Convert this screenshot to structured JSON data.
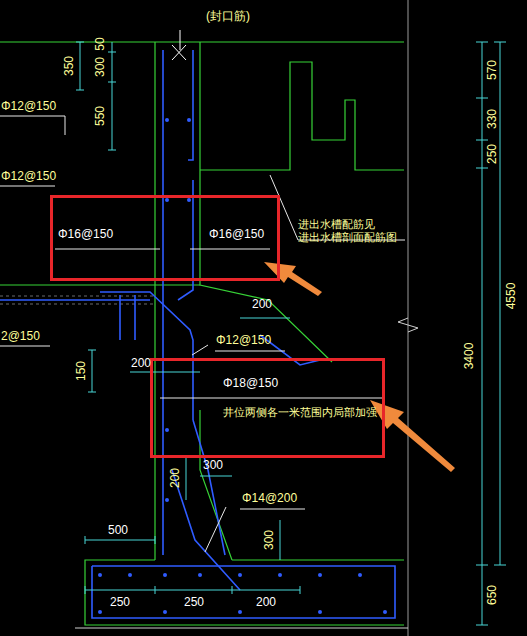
{
  "diagram": {
    "nodes": [
      {
        "text": [
          "Φ16@150",
          "Φ16@150"
        ]
      },
      {
        "text": [
          "Φ18@150",
          "井位两侧各一米范围内局部加强"
        ]
      }
    ],
    "labels": [
      "(封口筋)",
      "350",
      "300",
      "50",
      "550",
      "Φ12@150",
      "Φ12@150",
      "进出水槽配筋见 进出水槽剖面配筋图",
      "200",
      "2@150",
      "Φ12@150",
      "200",
      "150",
      "300",
      "200",
      "Φ14@200",
      "300",
      "500",
      "250",
      "250",
      "200",
      "570",
      "330",
      "250",
      "4550",
      "3400",
      "650"
    ]
  }
}
